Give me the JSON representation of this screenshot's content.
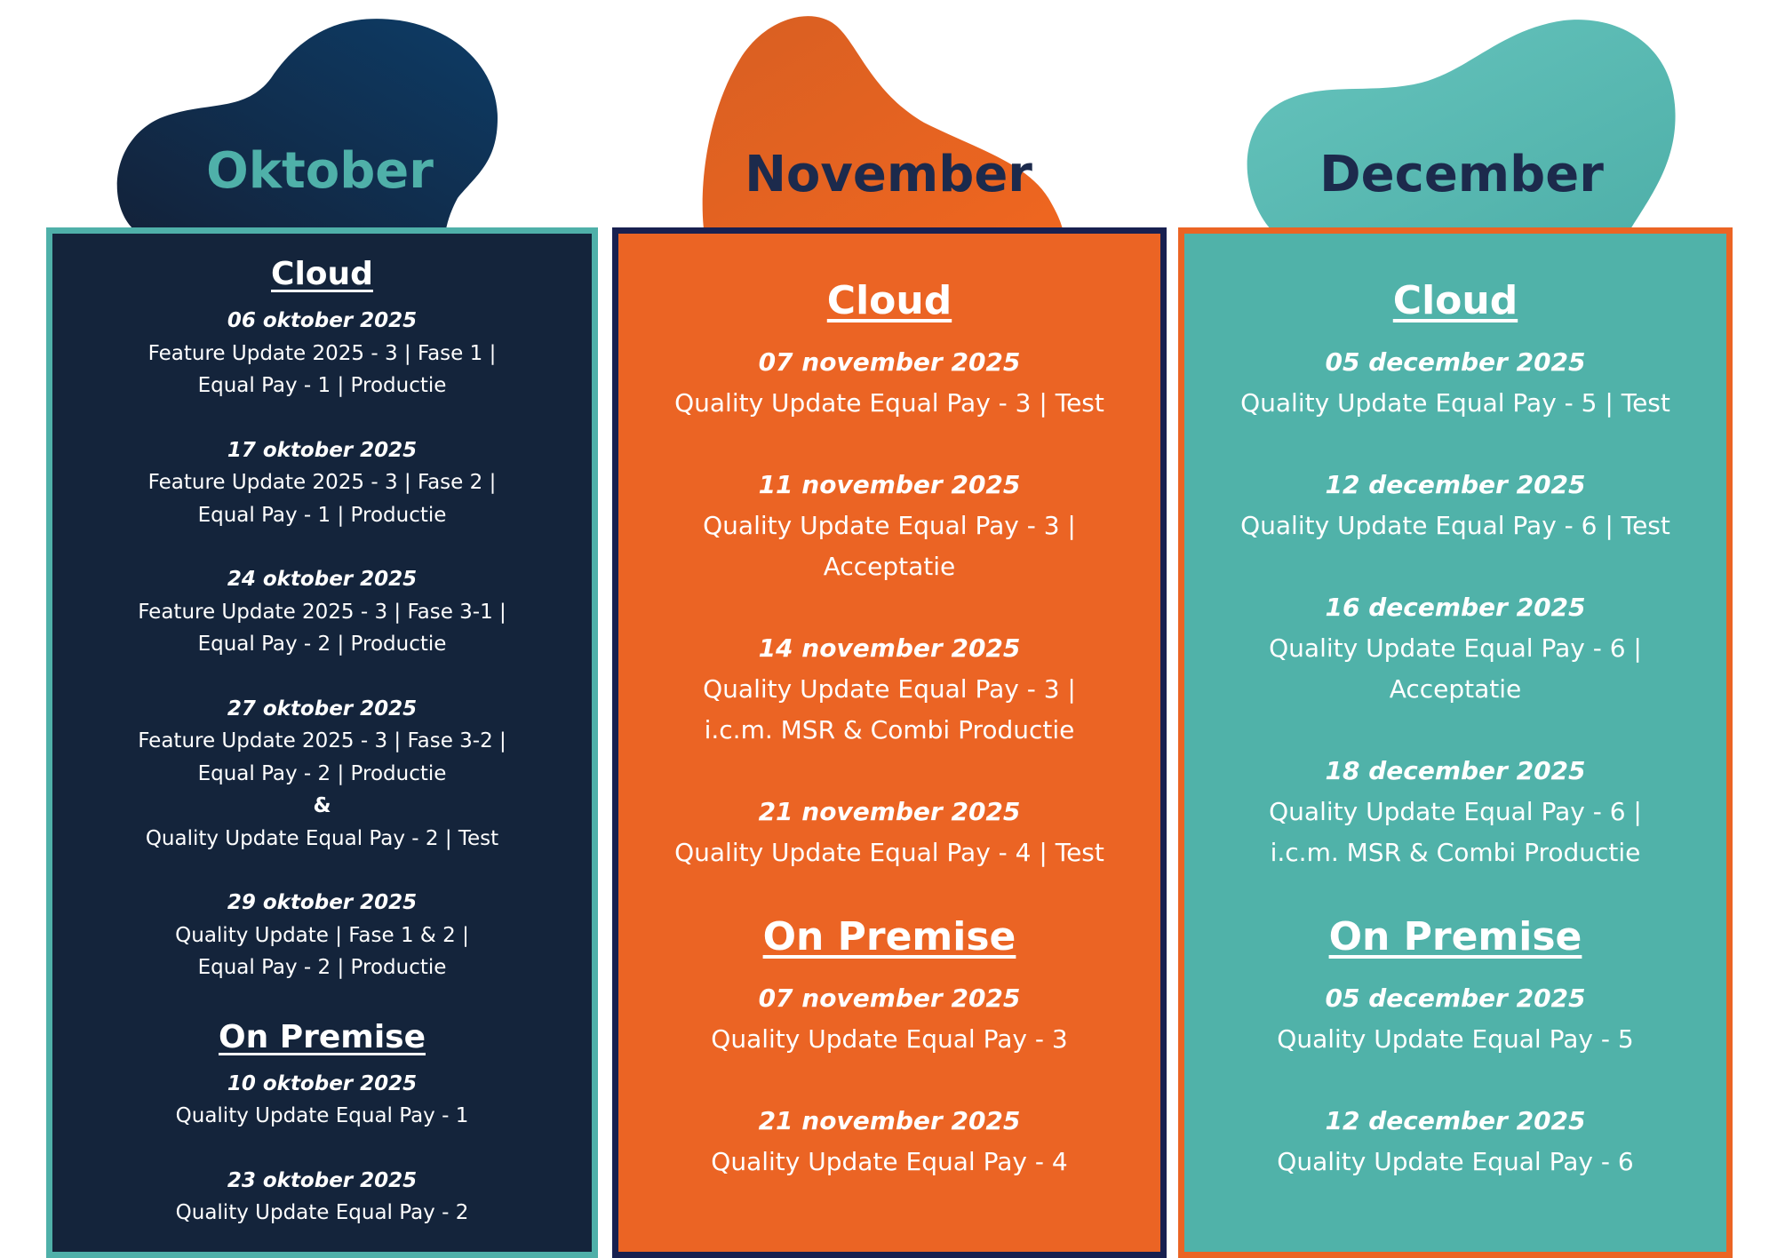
{
  "colors": {
    "navy": "#14243b",
    "orange": "#eb6424",
    "teal": "#50b2a9",
    "dark_indigo": "#182050",
    "white": "#ffffff"
  },
  "months": [
    {
      "title": "Oktober",
      "title_color": "#4fb0a9",
      "blob_color": "#14243b",
      "panel_color": "#14243b",
      "border_color": "#4fb0a9",
      "sections": [
        {
          "title": "Cloud",
          "entries": [
            {
              "date": "06 oktober 2025",
              "lines": [
                "Feature Update 2025 - 3 | Fase 1 |",
                "Equal Pay - 1 | Productie"
              ]
            },
            {
              "date": "17 oktober 2025",
              "lines": [
                "Feature Update 2025 - 3 | Fase 2 |",
                "Equal Pay - 1 | Productie"
              ]
            },
            {
              "date": "24 oktober 2025",
              "lines": [
                "Feature Update 2025 - 3 | Fase 3-1 |",
                "Equal Pay - 2 | Productie"
              ]
            },
            {
              "date": "27 oktober 2025",
              "lines": [
                "Feature Update 2025 - 3 | Fase 3-2 |",
                "Equal Pay - 2 | Productie",
                "&",
                "Quality Update Equal Pay - 2 | Test"
              ]
            },
            {
              "date": "29 oktober 2025",
              "lines": [
                "Quality Update | Fase 1 & 2 |",
                "Equal Pay - 2 | Productie"
              ]
            }
          ]
        },
        {
          "title": "On Premise",
          "entries": [
            {
              "date": "10 oktober 2025",
              "lines": [
                "Quality Update Equal Pay - 1"
              ]
            },
            {
              "date": "23 oktober 2025",
              "lines": [
                "Quality Update Equal Pay - 2"
              ]
            }
          ]
        }
      ]
    },
    {
      "title": "November",
      "title_color": "#1c2a4c",
      "blob_color": "#e0621f",
      "panel_color": "#eb6424",
      "border_color": "#182050",
      "sections": [
        {
          "title": "Cloud",
          "entries": [
            {
              "date": "07 november 2025",
              "lines": [
                "Quality Update Equal Pay - 3 | Test"
              ]
            },
            {
              "date": "11 november 2025",
              "lines": [
                "Quality Update Equal Pay - 3 |",
                "Acceptatie"
              ]
            },
            {
              "date": "14 november 2025",
              "lines": [
                "Quality Update Equal Pay - 3 |",
                "i.c.m. MSR & Combi Productie"
              ]
            },
            {
              "date": "21 november 2025",
              "lines": [
                "Quality Update Equal Pay - 4 | Test"
              ]
            }
          ]
        },
        {
          "title": "On Premise",
          "entries": [
            {
              "date": "07 november 2025",
              "lines": [
                "Quality Update Equal Pay - 3"
              ]
            },
            {
              "date": "21 november 2025",
              "lines": [
                "Quality Update Equal Pay - 4"
              ]
            }
          ]
        }
      ]
    },
    {
      "title": "December",
      "title_color": "#1c2a4c",
      "blob_color": "#5cbfb8",
      "panel_color": "#50b2a9",
      "border_color": "#eb6424",
      "sections": [
        {
          "title": "Cloud",
          "entries": [
            {
              "date": "05 december 2025",
              "lines": [
                "Quality Update Equal Pay - 5 | Test"
              ]
            },
            {
              "date": "12 december 2025",
              "lines": [
                "Quality Update Equal Pay - 6 | Test"
              ]
            },
            {
              "date": "16 december 2025",
              "lines": [
                "Quality Update Equal Pay - 6 |",
                "Acceptatie"
              ]
            },
            {
              "date": "18 december 2025",
              "lines": [
                "Quality Update Equal Pay - 6 |",
                "i.c.m. MSR & Combi Productie"
              ]
            }
          ]
        },
        {
          "title": "On Premise",
          "entries": [
            {
              "date": "05 december 2025",
              "lines": [
                "Quality Update Equal Pay - 5"
              ]
            },
            {
              "date": "12 december 2025",
              "lines": [
                "Quality Update Equal Pay - 6"
              ]
            }
          ]
        }
      ]
    }
  ]
}
